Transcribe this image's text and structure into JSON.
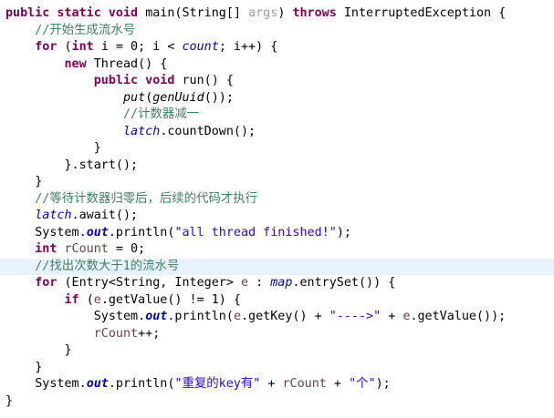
{
  "code": {
    "l1": [
      {
        "c": "kw",
        "t": "public static void "
      },
      {
        "c": "",
        "t": "main(String[] "
      },
      {
        "c": "ot",
        "t": "args"
      },
      {
        "c": "",
        "t": ") "
      },
      {
        "c": "kw",
        "t": "throws "
      },
      {
        "c": "",
        "t": "InterruptedException {"
      }
    ],
    "l2": [
      {
        "c": "",
        "t": "    "
      },
      {
        "c": "cm",
        "t": "//开始生成流水号"
      }
    ],
    "l3": [
      {
        "c": "",
        "t": "    "
      },
      {
        "c": "kw",
        "t": "for "
      },
      {
        "c": "",
        "t": "("
      },
      {
        "c": "kw",
        "t": "int "
      },
      {
        "c": "",
        "t": "i = 0; i < "
      },
      {
        "c": "fl",
        "t": "count"
      },
      {
        "c": "",
        "t": "; i++) {"
      }
    ],
    "l4": [
      {
        "c": "",
        "t": "        "
      },
      {
        "c": "kw",
        "t": "new "
      },
      {
        "c": "",
        "t": "Thread() {"
      }
    ],
    "l5": [
      {
        "c": "",
        "t": "            "
      },
      {
        "c": "kw",
        "t": "public void "
      },
      {
        "c": "",
        "t": "run() {"
      }
    ],
    "l6": [
      {
        "c": "",
        "t": "                "
      },
      {
        "c": "sm",
        "t": "put"
      },
      {
        "c": "",
        "t": "("
      },
      {
        "c": "sm",
        "t": "genUuid"
      },
      {
        "c": "",
        "t": "());"
      }
    ],
    "l7": [
      {
        "c": "",
        "t": "                "
      },
      {
        "c": "cm",
        "t": "//计数器减一"
      }
    ],
    "l8": [
      {
        "c": "",
        "t": "                "
      },
      {
        "c": "fl",
        "t": "latch"
      },
      {
        "c": "",
        "t": ".countDown();"
      }
    ],
    "l9": [
      {
        "c": "",
        "t": "            }"
      }
    ],
    "l10": [
      {
        "c": "",
        "t": "        }.start();"
      }
    ],
    "l11": [
      {
        "c": "",
        "t": "    }"
      }
    ],
    "l12": [
      {
        "c": "",
        "t": "    "
      },
      {
        "c": "cm",
        "t": "//等待计数器归零后，后续的代码才执行"
      }
    ],
    "l13": [
      {
        "c": "",
        "t": "    "
      },
      {
        "c": "fl",
        "t": "latch"
      },
      {
        "c": "",
        "t": ".await();"
      }
    ],
    "l14": [
      {
        "c": "",
        "t": "    System."
      },
      {
        "c": "sf",
        "t": "out"
      },
      {
        "c": "",
        "t": ".println("
      },
      {
        "c": "st",
        "t": "\"all thread finished!\""
      },
      {
        "c": "",
        "t": ");"
      }
    ],
    "l15": [
      {
        "c": "",
        "t": "    "
      },
      {
        "c": "kw",
        "t": "int "
      },
      {
        "c": "ab",
        "t": "rCount"
      },
      {
        "c": "",
        "t": " = 0;"
      }
    ],
    "l16": [
      {
        "c": "",
        "t": "    "
      },
      {
        "c": "cm",
        "t": "//找出次数大于1的流水号"
      }
    ],
    "l17": [
      {
        "c": "",
        "t": "    "
      },
      {
        "c": "kw",
        "t": "for "
      },
      {
        "c": "",
        "t": "(Entry<String, Integer> "
      },
      {
        "c": "ab",
        "t": "e"
      },
      {
        "c": "",
        "t": " : "
      },
      {
        "c": "fl",
        "t": "map"
      },
      {
        "c": "",
        "t": ".entrySet()) {"
      }
    ],
    "l18": [
      {
        "c": "",
        "t": "        "
      },
      {
        "c": "kw",
        "t": "if "
      },
      {
        "c": "",
        "t": "("
      },
      {
        "c": "ab",
        "t": "e"
      },
      {
        "c": "",
        "t": ".getValue() != 1) {"
      }
    ],
    "l19": [
      {
        "c": "",
        "t": "            System."
      },
      {
        "c": "sf",
        "t": "out"
      },
      {
        "c": "",
        "t": ".println("
      },
      {
        "c": "ab",
        "t": "e"
      },
      {
        "c": "",
        "t": ".getKey() + "
      },
      {
        "c": "st",
        "t": "\"---->\""
      },
      {
        "c": "",
        "t": " + "
      },
      {
        "c": "ab",
        "t": "e"
      },
      {
        "c": "",
        "t": ".getValue());"
      }
    ],
    "l20": [
      {
        "c": "",
        "t": "            "
      },
      {
        "c": "ab",
        "t": "rCount"
      },
      {
        "c": "",
        "t": "++;"
      }
    ],
    "l21": [
      {
        "c": "",
        "t": "        }"
      }
    ],
    "l22": [
      {
        "c": "",
        "t": "    }"
      }
    ],
    "l23": [
      {
        "c": "",
        "t": "    System."
      },
      {
        "c": "sf",
        "t": "out"
      },
      {
        "c": "",
        "t": ".println("
      },
      {
        "c": "st",
        "t": "\"重复的key有\""
      },
      {
        "c": "",
        "t": " + "
      },
      {
        "c": "ab",
        "t": "rCount"
      },
      {
        "c": "",
        "t": " + "
      },
      {
        "c": "st",
        "t": "\"个\""
      },
      {
        "c": "",
        "t": ");"
      }
    ],
    "l24": [
      {
        "c": "",
        "t": "}"
      }
    ]
  },
  "colors": {
    "keyword": "#7f0055",
    "comment": "#3f7f5f",
    "string": "#2a00ff",
    "field": "#0000c0",
    "local_variable": "#6a3e3e",
    "unused_parameter": "#9e9e9e",
    "current_line_highlight": "#e8f2fe"
  }
}
